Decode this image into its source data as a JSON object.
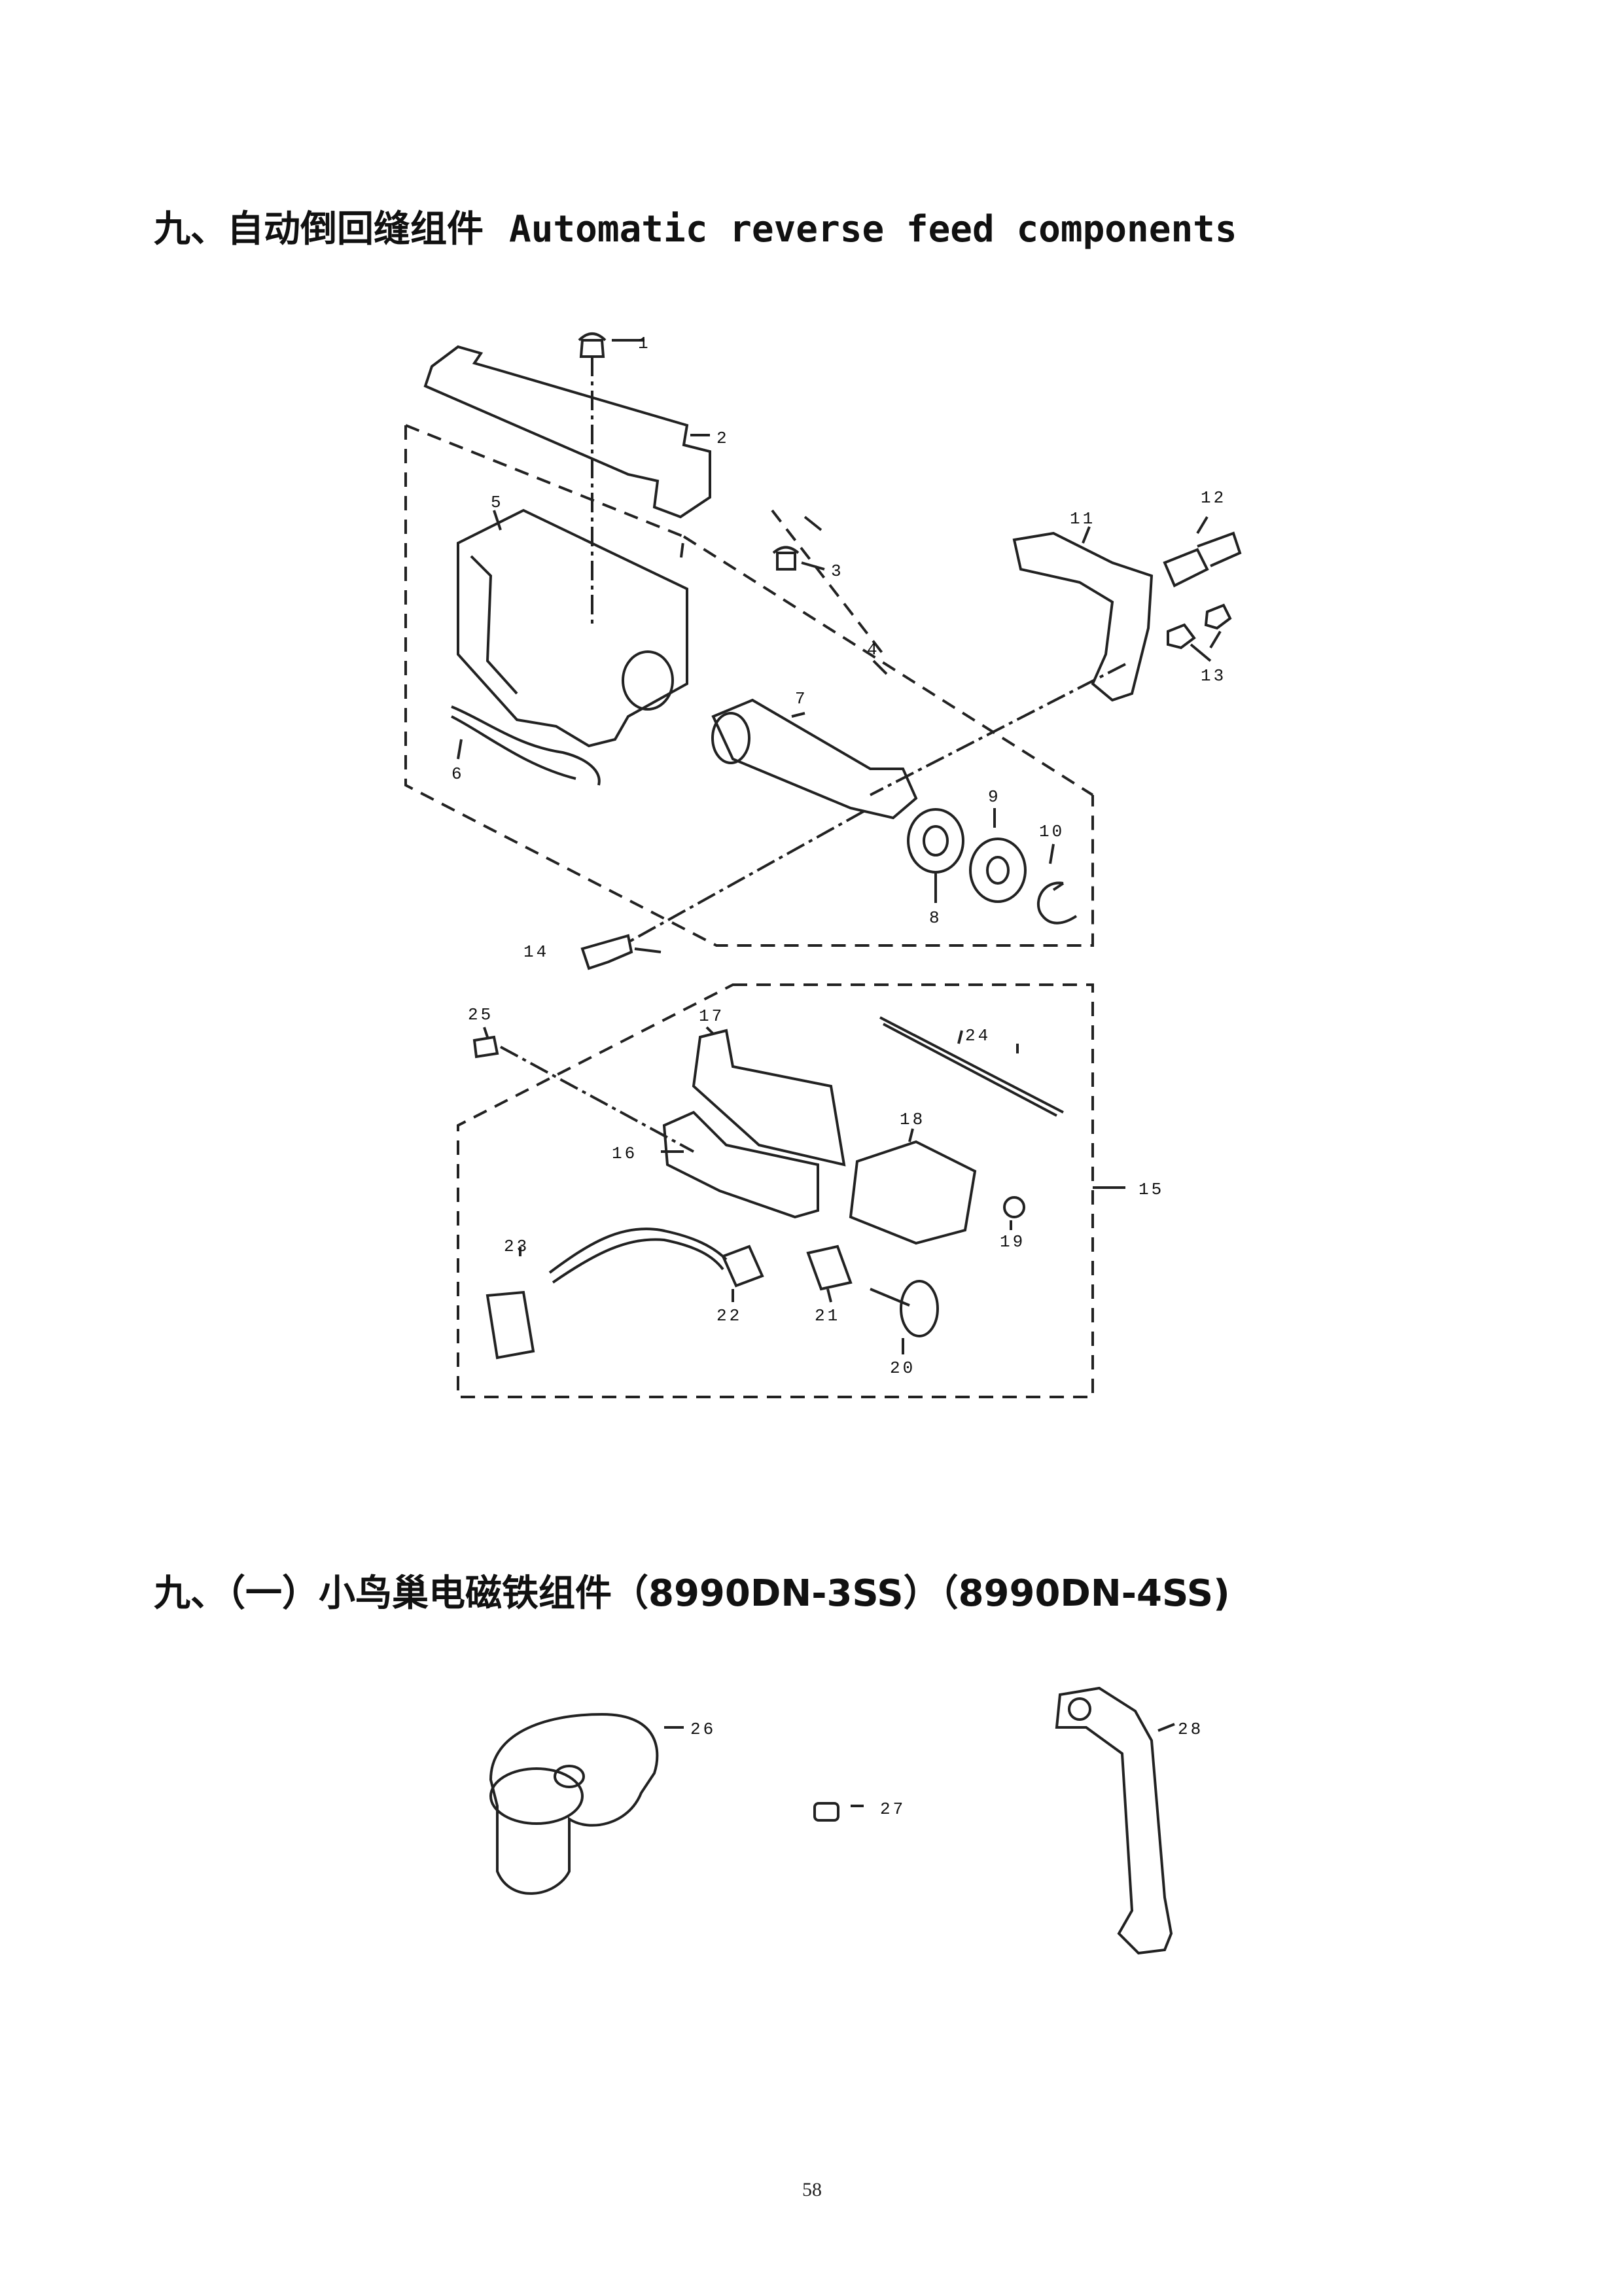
{
  "section1": {
    "prefix": "九、自动倒回缝组件",
    "title_en": "Automatic reverse feed components"
  },
  "section2": {
    "title": "九、（一）小鸟巢电磁铁组件（8990DN-3SS）（8990DN-4SS)"
  },
  "part_labels": {
    "p1": "1",
    "p2": "2",
    "p3": "3",
    "p4": "4",
    "p5": "5",
    "p6": "6",
    "p7": "7",
    "p8": "8",
    "p9": "9",
    "p10": "10",
    "p11": "11",
    "p12": "12",
    "p13": "13",
    "p14": "14",
    "p15": "15",
    "p16": "16",
    "p17": "17",
    "p18": "18",
    "p19": "19",
    "p20": "20",
    "p21": "21",
    "p22": "22",
    "p23": "23",
    "p24": "24",
    "p25": "25",
    "p26": "26",
    "p27": "27",
    "p28": "28"
  },
  "page_number": "58"
}
